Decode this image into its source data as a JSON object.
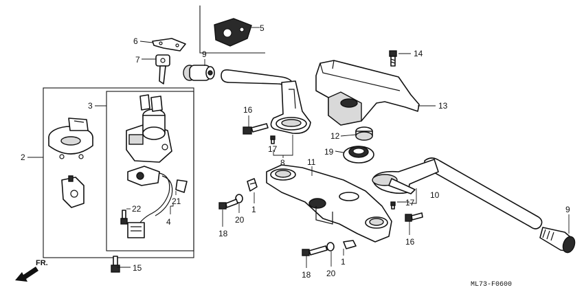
{
  "diagram": {
    "callouts": {
      "c1a": "1",
      "c1b": "1",
      "c2": "2",
      "c3": "3",
      "c4": "4",
      "c5": "5",
      "c6": "6",
      "c7": "7",
      "c8": "8",
      "c9a": "9",
      "c9b": "9",
      "c10": "10",
      "c11": "11",
      "c12": "12",
      "c13": "13",
      "c14": "14",
      "c15": "15",
      "c16a": "16",
      "c16b": "16",
      "c17a": "17",
      "c17b": "17",
      "c18a": "18",
      "c18b": "18",
      "c19": "19",
      "c20a": "20",
      "c20b": "20",
      "c21": "21",
      "c22": "22"
    },
    "direction_label": "FR.",
    "drawing_code": "ML73-F0600"
  }
}
